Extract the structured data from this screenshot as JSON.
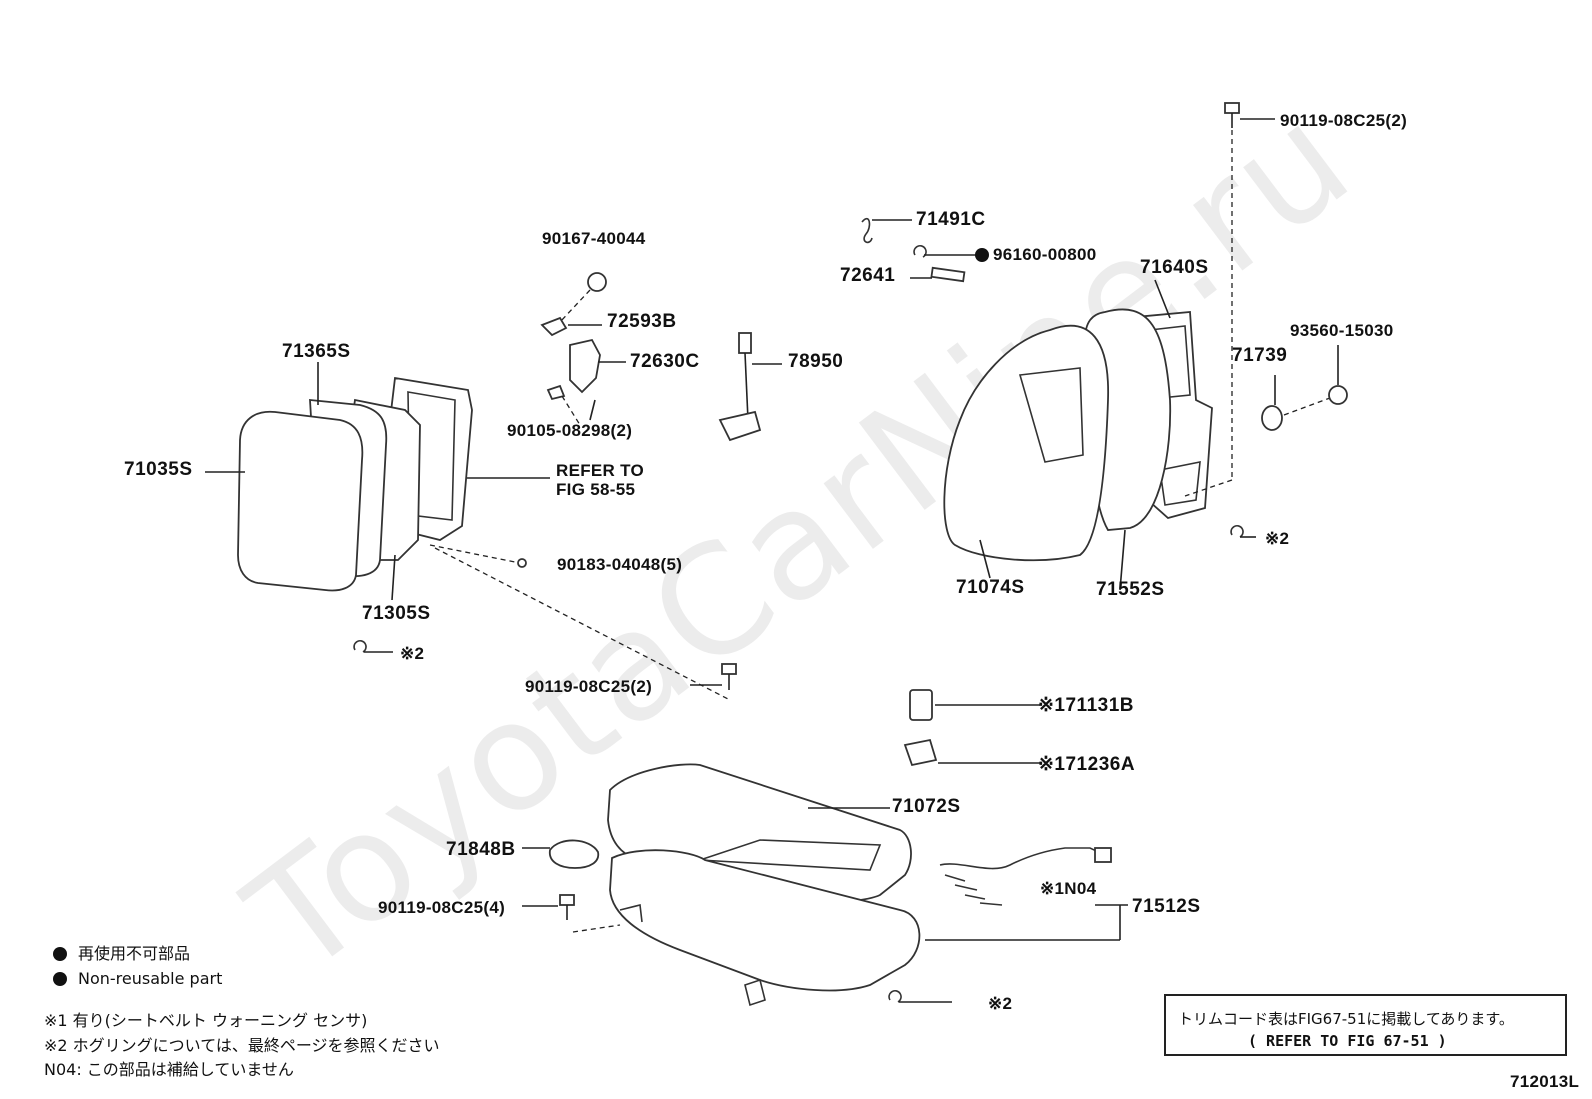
{
  "watermark": "ToyotaCarNine.ru",
  "callouts": {
    "p90119_top": "90119-08C25(2)",
    "p71491c": "71491C",
    "p96160": "96160-00800",
    "p72641": "72641",
    "p71640s": "71640S",
    "p93560": "93560-15030",
    "p71739": "71739",
    "p90167": "90167-40044",
    "p72593b": "72593B",
    "p72630c": "72630C",
    "p78950": "78950",
    "p90105": "90105-08298(2)",
    "p71365s": "71365S",
    "p71035s": "71035S",
    "refer_l1": "REFER TO",
    "refer_l2": "FIG 58-55",
    "p90183": "90183-04048(5)",
    "p71305s": "71305S",
    "hog_left": "※2",
    "p90119_mid": "90119-08C25(2)",
    "p71074s": "71074S",
    "p71552s": "71552S",
    "hog_right": "※2",
    "p71131b": "※171131B",
    "p71236a": "※171236A",
    "p71072s": "71072S",
    "p71848b": "71848B",
    "p90119_low": "90119-08C25(4)",
    "n04_tag": "※1N04",
    "p71512s": "71512S",
    "hog_bottom": "※2"
  },
  "legend": {
    "nonreusable_jp": "再使用不可部品",
    "nonreusable_en": "Non-reusable part",
    "note1": "※1  有り(シートベルト ウォーニング センサ)",
    "note2": "※2  ホグリングについては、最終ページを参照ください",
    "note3": "N04: この部品は補給していません"
  },
  "ref_box": {
    "line1": "トリムコード表はFIG67-51に掲載してあります。",
    "line2": "(    REFER TO FIG 67-51    )"
  },
  "figure_code": "712013L"
}
